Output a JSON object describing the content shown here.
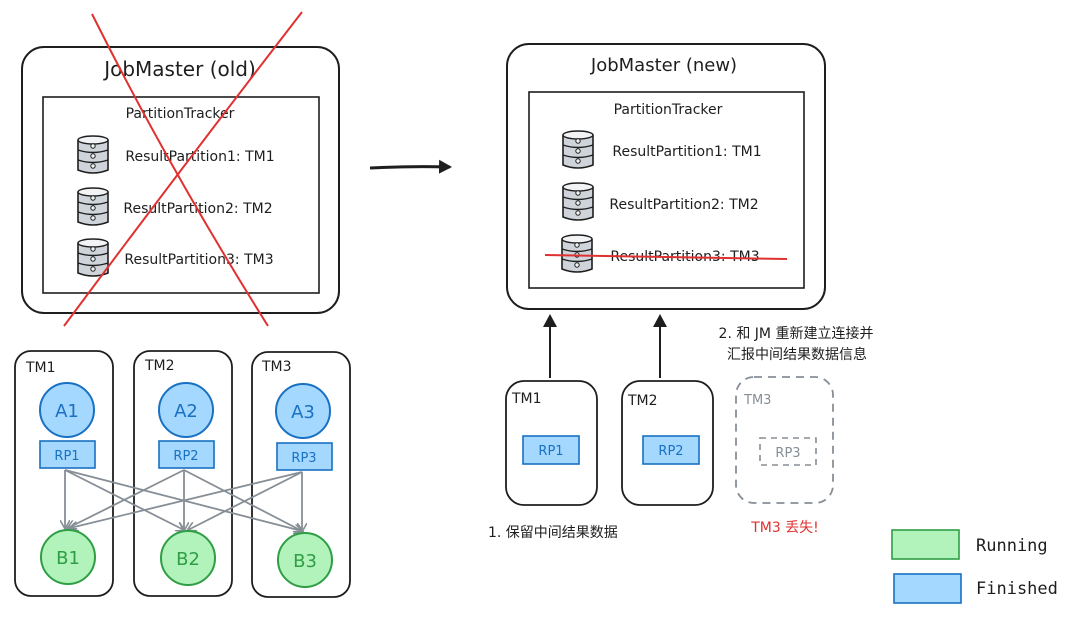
{
  "colors": {
    "stroke": "#1e1e1e",
    "cross": "#e03131",
    "finished_fill": "#a5d8ff",
    "finished_stroke": "#1971c2",
    "running_fill": "#b2f2bb",
    "running_stroke": "#2f9e44",
    "edge": "#868e96",
    "lost": "#868e96",
    "lost_label": "#e03131",
    "db_fill": "#ced4da"
  },
  "old_jobmaster": {
    "title": "JobMaster (old)",
    "tracker_title": "PartitionTracker",
    "partitions": [
      {
        "label": "ResultPartition1: TM1",
        "struck": false
      },
      {
        "label": "ResultPartition2: TM2",
        "struck": false
      },
      {
        "label": "ResultPartition3: TM3",
        "struck": false
      }
    ],
    "crossed_out": true
  },
  "new_jobmaster": {
    "title": "JobMaster (new)",
    "tracker_title": "PartitionTracker",
    "partitions": [
      {
        "label": "ResultPartition1: TM1",
        "struck": false
      },
      {
        "label": "ResultPartition2: TM2",
        "struck": false
      },
      {
        "label": "ResultPartition3: TM3",
        "struck": true
      }
    ]
  },
  "old_taskmanagers": [
    {
      "name": "TM1",
      "upstream": "A1",
      "rp": "RP1",
      "downstream": "B1"
    },
    {
      "name": "TM2",
      "upstream": "A2",
      "rp": "RP2",
      "downstream": "B2"
    },
    {
      "name": "TM3",
      "upstream": "A3",
      "rp": "RP3",
      "downstream": "B3"
    }
  ],
  "new_taskmanagers": [
    {
      "name": "TM1",
      "rp": "RP1",
      "lost": false
    },
    {
      "name": "TM2",
      "rp": "RP2",
      "lost": false
    },
    {
      "name": "TM3",
      "rp": "RP3",
      "lost": true
    }
  ],
  "annotations": {
    "step1": "1. 保留中间结果数据",
    "step2_line1": "2. 和 JM 重新建立连接并",
    "step2_line2": "汇报中间结果数据信息",
    "tm3_lost": "TM3 丢失!"
  },
  "legend": [
    {
      "label": "Running",
      "state": "running"
    },
    {
      "label": "Finished",
      "state": "finished"
    }
  ]
}
